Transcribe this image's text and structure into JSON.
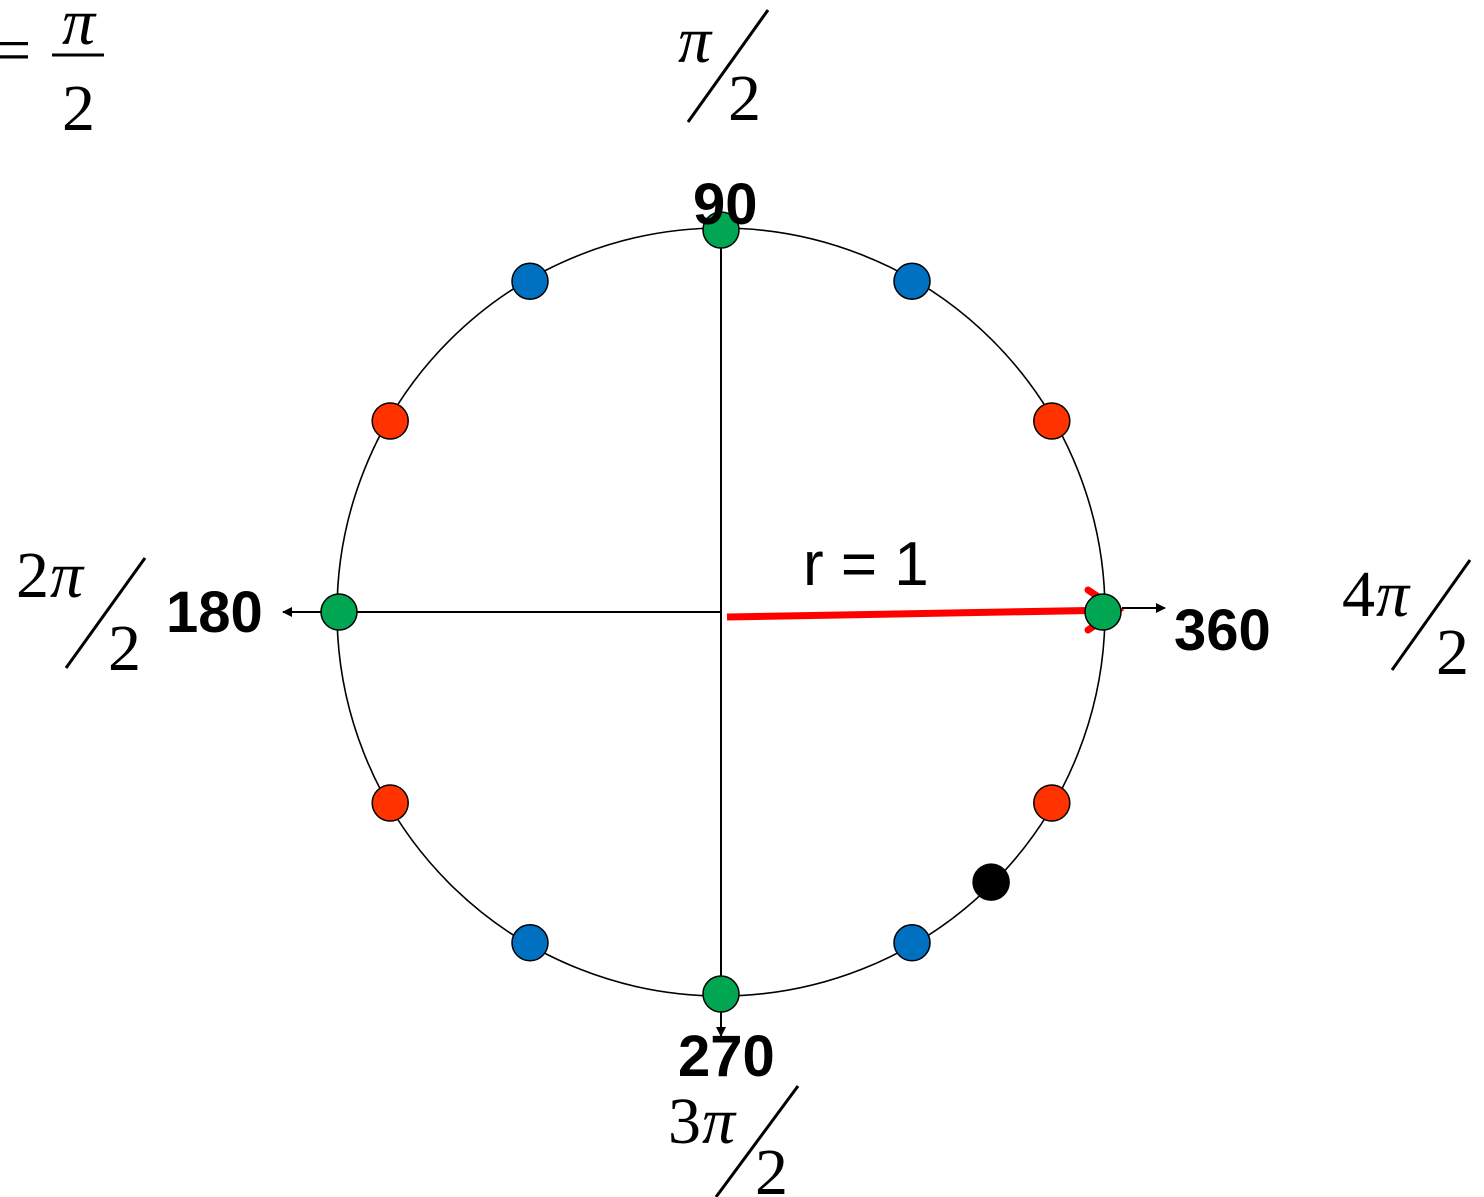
{
  "top_left_formula": {
    "equals": "=",
    "numerator": "π",
    "denominator": "2"
  },
  "degree_labels": {
    "deg_90": "90",
    "deg_180": "180",
    "deg_270": "270",
    "deg_360": "360"
  },
  "radian_labels": {
    "rad_90": {
      "coef": "",
      "pi": "π",
      "den": "2"
    },
    "rad_180": {
      "coef": "2",
      "pi": "π",
      "den": "2"
    },
    "rad_270": {
      "coef": "3",
      "pi": "π",
      "den": "2"
    },
    "rad_360": {
      "coef": "4",
      "pi": "π",
      "den": "2"
    }
  },
  "radius_label": "r = 1",
  "colors": {
    "circle": "#000000",
    "radius_arrow": "#ff0000",
    "green": "#00a651",
    "blue": "#0070c0",
    "red": "#ff3300",
    "black": "#000000"
  },
  "points": [
    {
      "name": "point-90-green",
      "angle_deg": 90,
      "color": "green"
    },
    {
      "name": "point-180-green",
      "angle_deg": 180,
      "color": "green"
    },
    {
      "name": "point-270-green",
      "angle_deg": 270,
      "color": "green"
    },
    {
      "name": "point-360-green",
      "angle_deg": 0,
      "color": "green"
    },
    {
      "name": "point-60-blue",
      "angle_deg": 60,
      "color": "blue"
    },
    {
      "name": "point-120-blue",
      "angle_deg": 120,
      "color": "blue"
    },
    {
      "name": "point-240-blue",
      "angle_deg": 240,
      "color": "blue"
    },
    {
      "name": "point-300-blue",
      "angle_deg": 300,
      "color": "blue"
    },
    {
      "name": "point-30-red",
      "angle_deg": 30,
      "color": "red"
    },
    {
      "name": "point-150-red",
      "angle_deg": 150,
      "color": "red"
    },
    {
      "name": "point-210-red",
      "angle_deg": 210,
      "color": "red"
    },
    {
      "name": "point-330-red",
      "angle_deg": 330,
      "color": "red"
    },
    {
      "name": "point-315-black",
      "angle_deg": 315,
      "color": "black"
    }
  ]
}
